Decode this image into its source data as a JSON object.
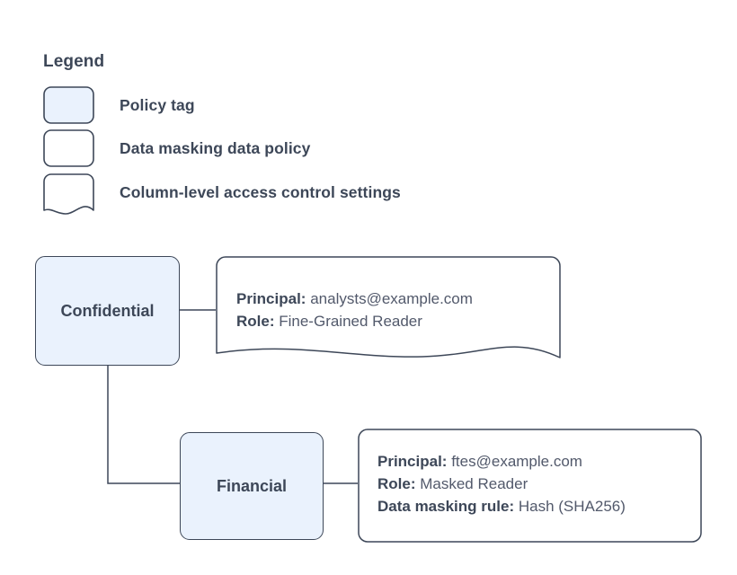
{
  "legend": {
    "title": "Legend",
    "items": [
      {
        "shape": "rounded-rect-filled",
        "label": "Policy tag"
      },
      {
        "shape": "rounded-rect-outline",
        "label": "Data masking data policy"
      },
      {
        "shape": "document-wavy",
        "label": "Column-level access control settings"
      }
    ]
  },
  "colors": {
    "tag_fill": "#eaf2fd",
    "stroke": "#3d4758",
    "text": "#3d4758",
    "value_text": "#52596b",
    "box_fill": "#ffffff"
  },
  "diagram": {
    "nodes": [
      {
        "id": "confidential",
        "label": "Confidential",
        "type": "policy-tag"
      },
      {
        "id": "financial",
        "label": "Financial",
        "type": "policy-tag"
      }
    ],
    "details": [
      {
        "id": "detail-confidential",
        "type": "column-level-access-control-settings",
        "lines": [
          {
            "key": "Principal:",
            "value": "analysts@example.com"
          },
          {
            "key": "Role:",
            "value": "Fine-Grained Reader"
          }
        ]
      },
      {
        "id": "detail-financial",
        "type": "data-masking-data-policy",
        "lines": [
          {
            "key": "Principal:",
            "value": "ftes@example.com"
          },
          {
            "key": "Role:",
            "value": "Masked Reader"
          },
          {
            "key": "Data masking rule:",
            "value": "Hash (SHA256)"
          }
        ]
      }
    ],
    "edges": [
      {
        "from": "confidential",
        "to": "detail-confidential"
      },
      {
        "from": "confidential",
        "to": "financial"
      },
      {
        "from": "financial",
        "to": "detail-financial"
      }
    ]
  }
}
